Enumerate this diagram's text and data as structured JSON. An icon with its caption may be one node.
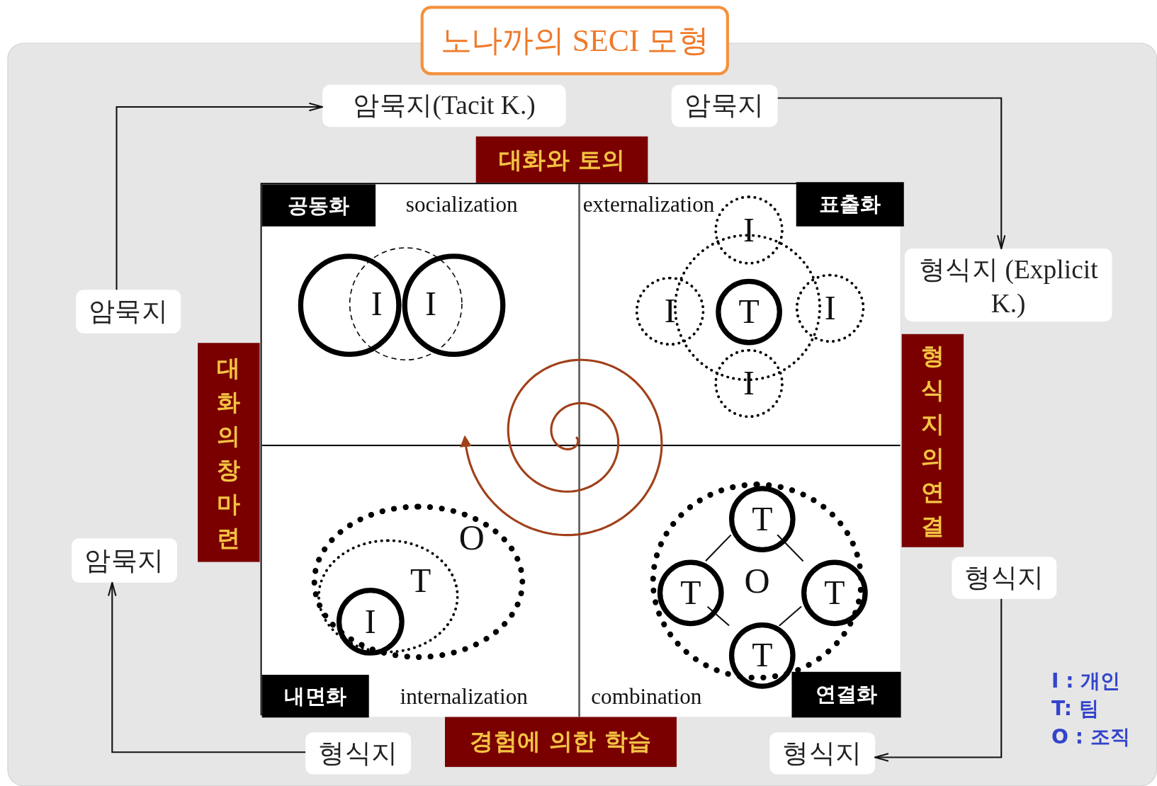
{
  "diagram": {
    "title": "노나까의 SECI 모형",
    "nodes": [
      {
        "text": [
          "암묵지(Tacit K.)"
        ]
      },
      {
        "text": [
          "암묵지"
        ]
      },
      {
        "text": [
          "암묵지"
        ]
      },
      {
        "text": [
          "형식지 (Explicit K.)"
        ]
      },
      {
        "text": [
          "암묵지"
        ]
      },
      {
        "text": [
          "형식지"
        ]
      },
      {
        "text": [
          "형식지"
        ]
      },
      {
        "text": [
          "형식지"
        ]
      },
      {
        "text": [
          "대화와 토의"
        ]
      },
      {
        "text": [
          "대화의 창 마련"
        ]
      },
      {
        "text": [
          "형식지의 연결"
        ]
      },
      {
        "text": [
          "경험에 의한 학습"
        ]
      },
      {
        "text": [],
        "shape": "box"
      },
      {
        "text": [
          "공동화",
          "socialization"
        ],
        "in": 12
      },
      {
        "text": [
          "externalization",
          "표출화"
        ],
        "in": 12
      },
      {
        "text": [
          "내면화",
          "internalization"
        ],
        "in": 12
      },
      {
        "text": [
          "combination",
          "연결화"
        ],
        "in": 12
      },
      {
        "text": [
          "I"
        ],
        "in": 13
      },
      {
        "text": [
          "I"
        ],
        "in": 13
      },
      {
        "text": [],
        "shape": "circle",
        "in": 14
      },
      {
        "text": [
          "I"
        ],
        "in": 14
      },
      {
        "text": [
          "I"
        ],
        "in": 14
      },
      {
        "text": [
          "T"
        ],
        "in": 19
      },
      {
        "text": [
          "I"
        ],
        "in": 14
      },
      {
        "text": [
          "I"
        ],
        "in": 14
      },
      {
        "text": [
          "O"
        ],
        "in": 15
      },
      {
        "text": [
          "T"
        ],
        "in": 25
      },
      {
        "text": [
          "I"
        ],
        "in": 26
      },
      {
        "text": [
          "O"
        ],
        "in": 16
      },
      {
        "text": [
          "T"
        ],
        "in": 28
      },
      {
        "text": [
          "T"
        ],
        "in": 28
      },
      {
        "text": [
          "T"
        ],
        "in": 28
      },
      {
        "text": [
          "T"
        ],
        "in": 28
      }
    ],
    "edges": [
      {
        "from": 2,
        "to": 0,
        "arrow": "to"
      },
      {
        "from": 1,
        "to": 3,
        "arrow": "to"
      },
      {
        "from": 5,
        "to": 7,
        "arrow": "to"
      },
      {
        "from": 6,
        "to": 4,
        "arrow": "to"
      },
      {
        "from": 29,
        "to": 30,
        "arrow": "none"
      },
      {
        "from": 29,
        "to": 31,
        "arrow": "none"
      },
      {
        "from": 30,
        "to": 32,
        "arrow": "none"
      },
      {
        "from": 31,
        "to": 32,
        "arrow": "none"
      }
    ],
    "labels": [
      "I : 개인",
      "T: 팀",
      "O : 조직"
    ]
  }
}
